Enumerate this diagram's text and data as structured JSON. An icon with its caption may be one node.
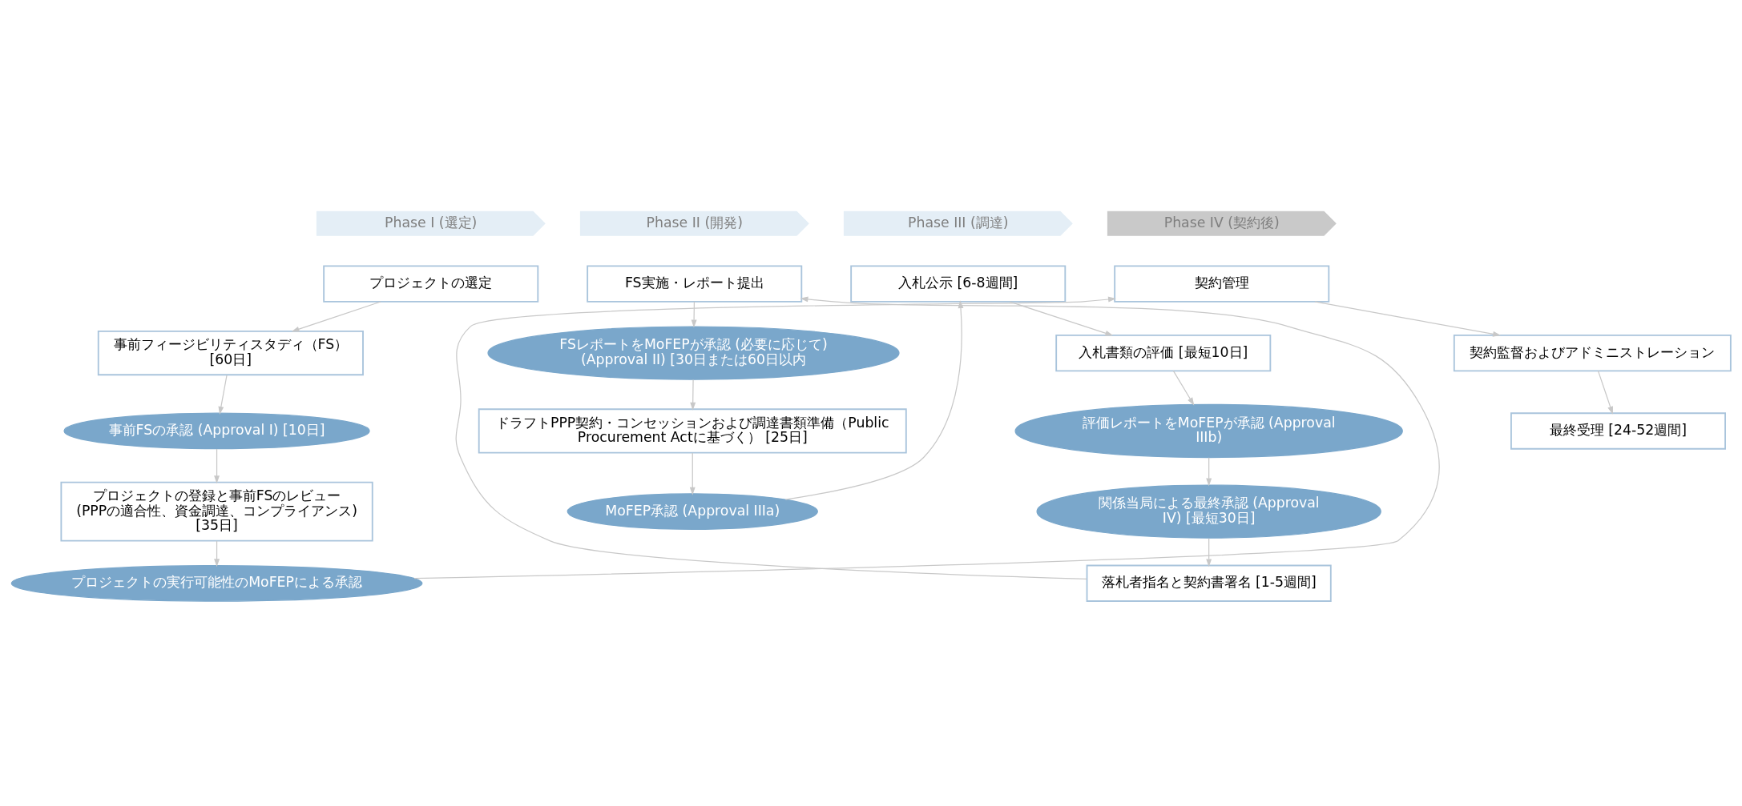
{
  "diagram": {
    "nodes": [
      {
        "text": [
          "Phase I (選定)"
        ]
      },
      {
        "text": [
          "Phase II (開発)"
        ]
      },
      {
        "text": [
          "Phase III (調達)"
        ]
      },
      {
        "text": [
          "Phase IV (契約後)"
        ]
      },
      {
        "text": [
          "プロジェクトの選定"
        ]
      },
      {
        "text": [
          "事前フィージビリティスタディ（FS） [60日]"
        ]
      },
      {
        "text": [
          "事前FSの承認 (Approval I) [10日]"
        ]
      },
      {
        "text": [
          "プロジェクトの登録と事前FSのレビュー (PPPの適合性、資金調達、コンプライアンス) [35日]"
        ]
      },
      {
        "text": [
          "プロジェクトの実行可能性のMoFEPによる承認"
        ]
      },
      {
        "text": [
          "FS実施・レポート提出"
        ]
      },
      {
        "text": [
          "FSレポートをMoFEPが承認 (必要に応じて) (Approval II) [30日または60日以内"
        ]
      },
      {
        "text": [
          "ドラフトPPP契約・コンセッションおよび調達書類準備（Public Procurement Actに基づく） [25日]"
        ]
      },
      {
        "text": [
          "MoFEP承認 (Approval IIIa)"
        ]
      },
      {
        "text": [
          "入札公示 [6-8週間]"
        ]
      },
      {
        "text": [
          "入札書類の評価 [最短10日]"
        ]
      },
      {
        "text": [
          "評価レポートをMoFEPが承認 (Approval IIIb)"
        ]
      },
      {
        "text": [
          "関係当局による最終承認 (Approval IV) [最短30日]"
        ]
      },
      {
        "text": [
          "落札者指名と契約書署名 [1-5週間]"
        ]
      },
      {
        "text": [
          "契約管理"
        ]
      },
      {
        "text": [
          "契約監督およびアドミニストレーション"
        ]
      },
      {
        "text": [
          "最終受理 [24-52週間]"
        ]
      }
    ],
    "edges": [
      {
        "from": 4,
        "to": 5,
        "arrow": "to"
      },
      {
        "from": 5,
        "to": 6,
        "arrow": "to"
      },
      {
        "from": 6,
        "to": 7,
        "arrow": "to"
      },
      {
        "from": 7,
        "to": 8,
        "arrow": "to"
      },
      {
        "from": 8,
        "to": 9,
        "arrow": "to"
      },
      {
        "from": 9,
        "to": 10,
        "arrow": "to"
      },
      {
        "from": 10,
        "to": 11,
        "arrow": "to"
      },
      {
        "from": 11,
        "to": 12,
        "arrow": "to"
      },
      {
        "from": 12,
        "to": 13,
        "arrow": "to"
      },
      {
        "from": 13,
        "to": 14,
        "arrow": "to"
      },
      {
        "from": 14,
        "to": 15,
        "arrow": "to"
      },
      {
        "from": 15,
        "to": 16,
        "arrow": "to"
      },
      {
        "from": 16,
        "to": 17,
        "arrow": "to"
      },
      {
        "from": 17,
        "to": 18,
        "arrow": "to"
      },
      {
        "from": 18,
        "to": 19,
        "arrow": "to"
      },
      {
        "from": 19,
        "to": 20,
        "arrow": "to"
      }
    ]
  }
}
